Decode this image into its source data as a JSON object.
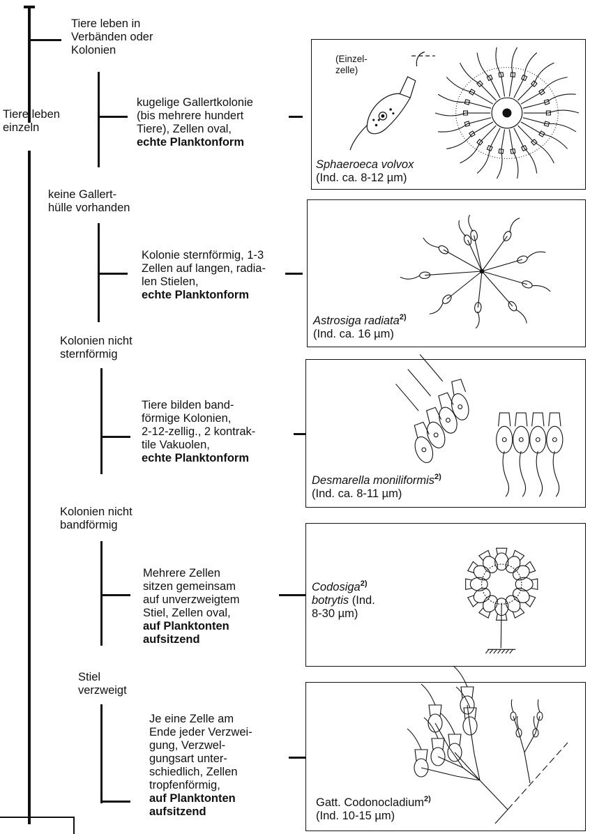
{
  "key": {
    "c1": {
      "yes": "Tiere leben in Verbänden oder Kolonien",
      "no": "Tiere leben einzeln"
    },
    "c2": {
      "yes": [
        "kugelige Gallertkolonie",
        "(bis mehrere hundert",
        "Tiere), Zellen oval,"
      ],
      "yes_bold": "echte Planktonform",
      "no": [
        "keine Gallert-",
        "hülle vorhanden"
      ]
    },
    "c3": {
      "yes": [
        "Kolonie sternförmig, 1-3",
        "Zellen auf langen, radia-",
        "len Stielen,"
      ],
      "yes_bold": "echte Planktonform",
      "no": [
        "Kolonien nicht",
        "sternförmig"
      ]
    },
    "c4": {
      "yes": [
        "Tiere bilden band-",
        "förmige Kolonien,",
        "2-12-zellig., 2 kontrak-",
        "tile Vakuolen,"
      ],
      "yes_bold": "echte Planktonform",
      "no": [
        "Kolonien nicht",
        "bandförmig"
      ]
    },
    "c5": {
      "yes": [
        "Mehrere Zellen",
        "sitzen gemeinsam",
        "auf unverzweigtem",
        "Stiel, Zellen oval,"
      ],
      "yes_bold": [
        "auf Planktonten",
        "aufsitzend"
      ],
      "no": [
        "Stiel",
        "verzweigt"
      ]
    },
    "c6": {
      "yes": [
        "Je eine Zelle am",
        "Ende jeder Verzwei-",
        "gung, Verzwel-",
        "gungsart unter-",
        "schiedlich, Zellen",
        "tropfenförmig,"
      ],
      "yes_bold": [
        "auf Planktonten",
        "aufsitzend"
      ]
    }
  },
  "taxa": [
    {
      "name": "Sphaeroeca volvox",
      "sup": "",
      "size": "(Ind. ca. 8-12 µm)",
      "inset_label": [
        "(Einzel-",
        "zelle)"
      ]
    },
    {
      "name": "Astrosiga radiata",
      "sup": "2)",
      "size": "(Ind. ca. 16  µm)"
    },
    {
      "name": "Desmarella moniliformis",
      "sup": "2)",
      "size": "(Ind. ca. 8-11 µm)"
    },
    {
      "name": "Codosiga",
      "sup": "2)",
      "name2": "botrytis",
      "size_a": " (Ind.",
      "size_b": "8-30 µm)"
    },
    {
      "prefix": "Gatt. Codonocladium",
      "sup": "2)",
      "size": "(Ind. 10-15 µm)"
    }
  ]
}
